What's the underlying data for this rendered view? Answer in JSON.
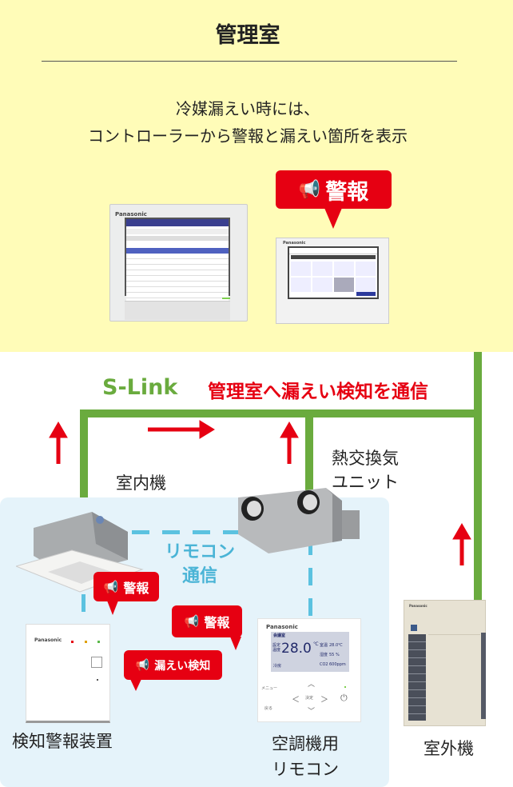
{
  "header": {
    "title": "管理室",
    "description_lines": [
      "冷媒漏えい時には、",
      "コントローラーから警報と漏えい箇所を表示"
    ]
  },
  "alarm_label": "警報",
  "leak_label": "漏えい検知",
  "network": {
    "slink_label": "S-Link",
    "message": "管理室へ漏えい検知を通信",
    "remote_comm_lines": [
      "リモコン",
      "通信"
    ]
  },
  "devices": {
    "indoor_unit": "室内機",
    "heat_exchanger_lines": [
      "熱交換気",
      "ユニット"
    ],
    "detector": "検知警報装置",
    "remote_lines": [
      "空調機用",
      "リモコン"
    ],
    "outdoor_unit": "室外機"
  },
  "remote_screen": {
    "brand": "Panasonic",
    "room": "会議室",
    "set_label": "設定温度",
    "temp": "28.0",
    "unit": "℃",
    "room_temp_label": "室温",
    "room_temp": "28.0℃",
    "humidity_label": "湿度",
    "humidity": "55 %",
    "co2_label": "CO2",
    "co2": "600ppm",
    "mode": "冷房",
    "menu": "メニュー",
    "enter": "決定",
    "back": "戻る"
  },
  "colors": {
    "green": "#6aab3e",
    "red": "#e60012",
    "blue": "#5bc2e0",
    "yellow": "#fffcb8",
    "panel": "#e5f3fa"
  }
}
